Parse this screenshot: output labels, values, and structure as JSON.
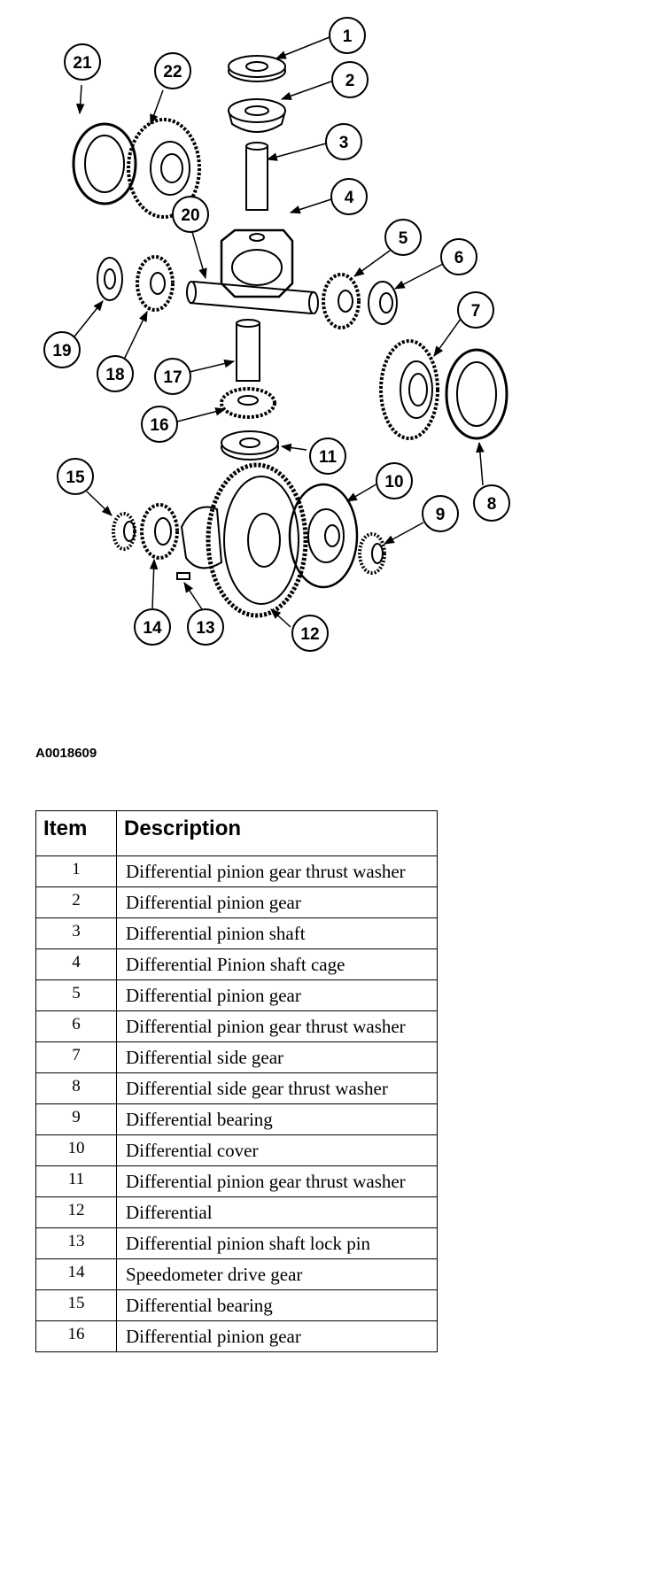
{
  "figure_code": "A0018609",
  "callouts": [
    "1",
    "2",
    "3",
    "4",
    "5",
    "6",
    "7",
    "8",
    "9",
    "10",
    "11",
    "12",
    "13",
    "14",
    "15",
    "16",
    "17",
    "18",
    "19",
    "20",
    "21",
    "22"
  ],
  "table": {
    "headers": [
      "Item",
      "Description"
    ],
    "rows": [
      {
        "item": "1",
        "description": "Differential pinion gear thrust washer"
      },
      {
        "item": "2",
        "description": "Differential pinion gear"
      },
      {
        "item": "3",
        "description": "Differential pinion shaft"
      },
      {
        "item": "4",
        "description": "Differential Pinion shaft cage"
      },
      {
        "item": "5",
        "description": "Differential pinion gear"
      },
      {
        "item": "6",
        "description": "Differential pinion gear thrust washer"
      },
      {
        "item": "7",
        "description": "Differential side gear"
      },
      {
        "item": "8",
        "description": "Differential side gear thrust washer"
      },
      {
        "item": "9",
        "description": "Differential bearing"
      },
      {
        "item": "10",
        "description": "Differential cover"
      },
      {
        "item": "11",
        "description": "Differential pinion gear thrust washer"
      },
      {
        "item": "12",
        "description": "Differential"
      },
      {
        "item": "13",
        "description": "Differential pinion shaft lock pin"
      },
      {
        "item": "14",
        "description": "Speedometer drive gear"
      },
      {
        "item": "15",
        "description": "Differential bearing"
      },
      {
        "item": "16",
        "description": "Differential pinion gear"
      }
    ]
  }
}
